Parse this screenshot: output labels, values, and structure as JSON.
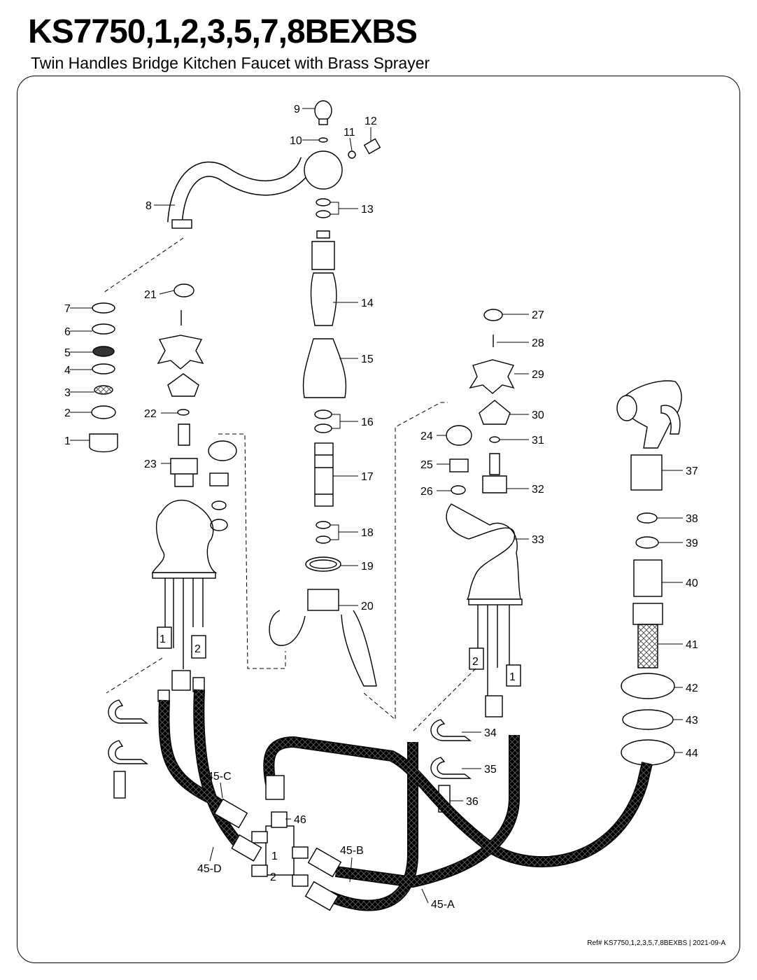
{
  "header": {
    "title": "KS7750,1,2,3,5,7,8BEXBS",
    "subtitle": "Twin Handles Bridge Kitchen Faucet with Brass Sprayer"
  },
  "footer": {
    "reference": "Ref# KS7750,1,2,3,5,7,8BEXBS | 2021-09-A"
  },
  "parts": [
    {
      "id": "p1",
      "label": "1"
    },
    {
      "id": "p2",
      "label": "2"
    },
    {
      "id": "p3",
      "label": "3"
    },
    {
      "id": "p4",
      "label": "4"
    },
    {
      "id": "p5",
      "label": "5"
    },
    {
      "id": "p6",
      "label": "6"
    },
    {
      "id": "p7",
      "label": "7"
    },
    {
      "id": "p8",
      "label": "8"
    },
    {
      "id": "p9",
      "label": "9"
    },
    {
      "id": "p10",
      "label": "10"
    },
    {
      "id": "p11",
      "label": "11"
    },
    {
      "id": "p12",
      "label": "12"
    },
    {
      "id": "p13",
      "label": "13"
    },
    {
      "id": "p14",
      "label": "14"
    },
    {
      "id": "p15",
      "label": "15"
    },
    {
      "id": "p16",
      "label": "16"
    },
    {
      "id": "p17",
      "label": "17"
    },
    {
      "id": "p18",
      "label": "18"
    },
    {
      "id": "p19",
      "label": "19"
    },
    {
      "id": "p20",
      "label": "20"
    },
    {
      "id": "p21",
      "label": "21"
    },
    {
      "id": "p22",
      "label": "22"
    },
    {
      "id": "p23",
      "label": "23"
    },
    {
      "id": "p24",
      "label": "24"
    },
    {
      "id": "p25",
      "label": "25"
    },
    {
      "id": "p26",
      "label": "26"
    },
    {
      "id": "p27",
      "label": "27"
    },
    {
      "id": "p28",
      "label": "28"
    },
    {
      "id": "p29",
      "label": "29"
    },
    {
      "id": "p30",
      "label": "30"
    },
    {
      "id": "p31",
      "label": "31"
    },
    {
      "id": "p32",
      "label": "32"
    },
    {
      "id": "p33",
      "label": "33"
    },
    {
      "id": "p34",
      "label": "34"
    },
    {
      "id": "p35",
      "label": "35"
    },
    {
      "id": "p36",
      "label": "36"
    },
    {
      "id": "p37",
      "label": "37"
    },
    {
      "id": "p38",
      "label": "38"
    },
    {
      "id": "p39",
      "label": "39"
    },
    {
      "id": "p40",
      "label": "40"
    },
    {
      "id": "p41",
      "label": "41"
    },
    {
      "id": "p42",
      "label": "42"
    },
    {
      "id": "p43",
      "label": "43"
    },
    {
      "id": "p44",
      "label": "44"
    },
    {
      "id": "p45a",
      "label": "45-A"
    },
    {
      "id": "p45b",
      "label": "45-B"
    },
    {
      "id": "p45c",
      "label": "45-C"
    },
    {
      "id": "p45d",
      "label": "45-D"
    },
    {
      "id": "p46",
      "label": "46"
    }
  ],
  "hose_tags": {
    "left_one": "1",
    "left_two": "2",
    "right_two": "2",
    "right_one": "1",
    "tee_one": "1",
    "tee_two": "2"
  }
}
